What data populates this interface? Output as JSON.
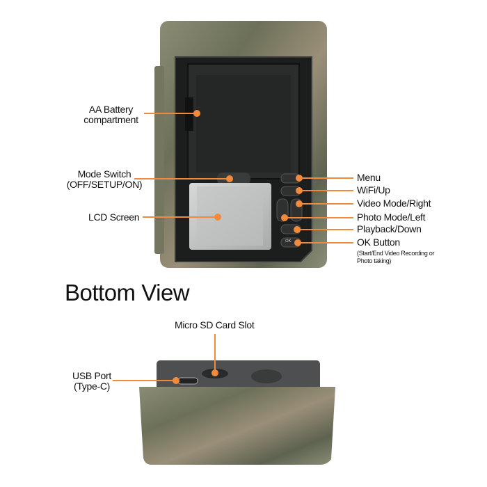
{
  "front_labels": {
    "battery": [
      "AA Battery",
      "compartment"
    ],
    "mode_switch": [
      "Mode Switch",
      "(OFF/SETUP/ON)"
    ],
    "lcd": "LCD Screen"
  },
  "button_labels": {
    "menu": "Menu",
    "wifi_up": "WiFi/Up",
    "video_right": "Video Mode/Right",
    "photo_left": "Photo Mode/Left",
    "playback_down": "Playback/Down",
    "ok": "OK Button",
    "ok_note": [
      "(Start/End Video Recording or",
      "Photo taking)"
    ]
  },
  "button_glyphs": {
    "ok": "OK"
  },
  "bottom": {
    "title": "Bottom View",
    "sd_slot": "Micro SD Card Slot",
    "usb": [
      "USB Port",
      "(Type-C)"
    ]
  },
  "colors": {
    "accent": "#f08a3c",
    "camo": "#7d7f68",
    "panel": "#1c1d1d"
  }
}
